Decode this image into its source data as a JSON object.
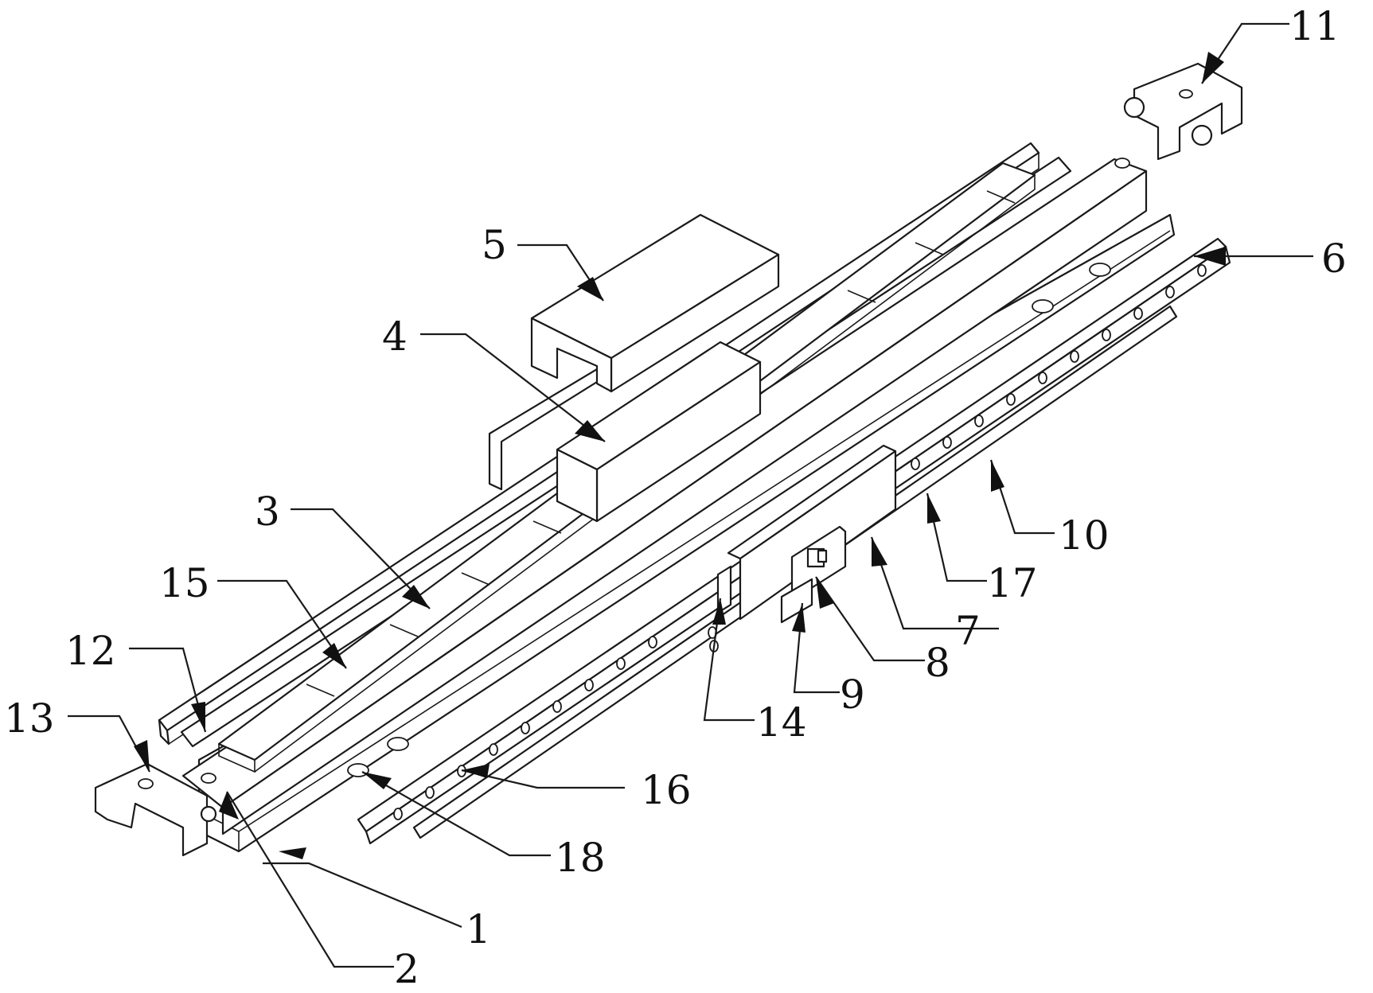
{
  "figure": {
    "callouts": [
      {
        "id": "1",
        "label": "1"
      },
      {
        "id": "2",
        "label": "2"
      },
      {
        "id": "3",
        "label": "3"
      },
      {
        "id": "4",
        "label": "4"
      },
      {
        "id": "5",
        "label": "5"
      },
      {
        "id": "6",
        "label": "6"
      },
      {
        "id": "7",
        "label": "7"
      },
      {
        "id": "8",
        "label": "8"
      },
      {
        "id": "9",
        "label": "9"
      },
      {
        "id": "10",
        "label": "10"
      },
      {
        "id": "11",
        "label": "11"
      },
      {
        "id": "12",
        "label": "12"
      },
      {
        "id": "13",
        "label": "13"
      },
      {
        "id": "14",
        "label": "14"
      },
      {
        "id": "15",
        "label": "15"
      },
      {
        "id": "16",
        "label": "16"
      },
      {
        "id": "17",
        "label": "17"
      },
      {
        "id": "18",
        "label": "18"
      }
    ],
    "colors": {
      "line": "#1a1a1a",
      "background": "#ffffff"
    }
  }
}
